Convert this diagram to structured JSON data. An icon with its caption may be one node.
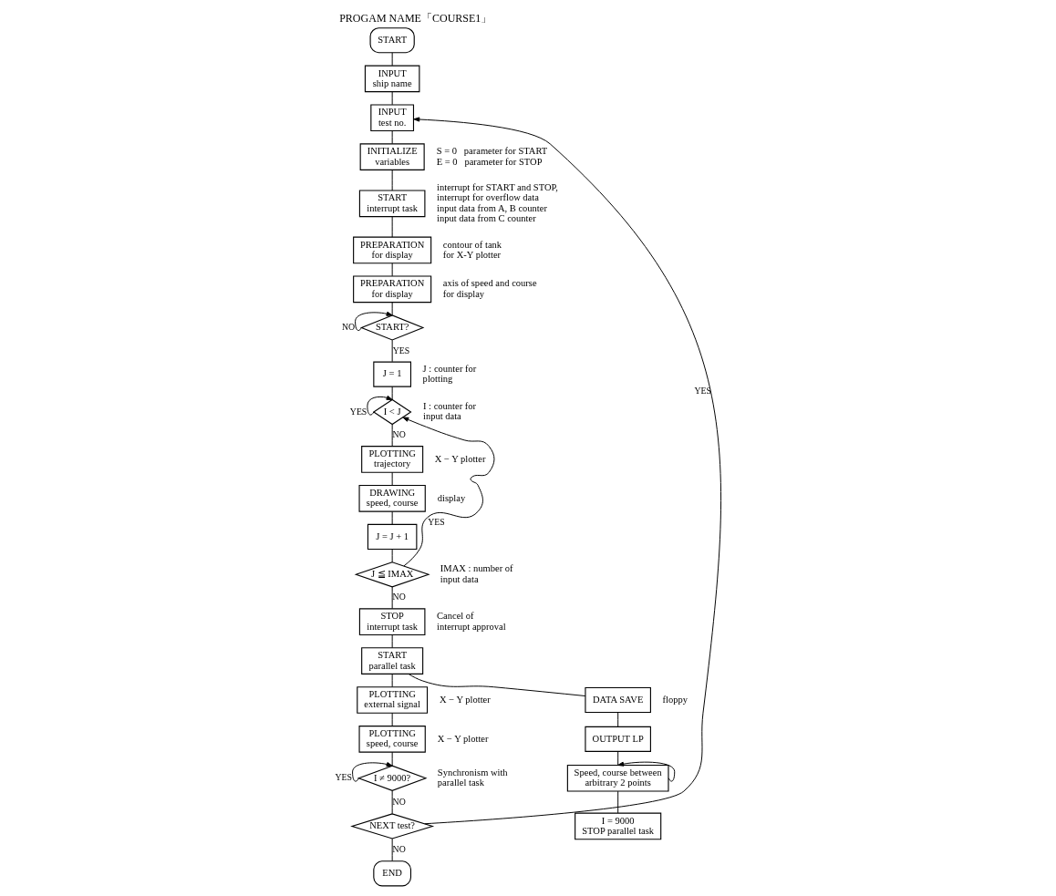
{
  "diagram": {
    "title": "PROGAM NAME「COURSE1」",
    "nodes": [
      {
        "text": [
          "START"
        ]
      },
      {
        "text": [
          "INPUT",
          "ship name"
        ]
      },
      {
        "text": [
          "INPUT",
          "test no."
        ]
      },
      {
        "text": [
          "INITIALIZE",
          "variables"
        ],
        "beside": [
          "S = 0   parameter for START",
          "E = 0   parameter for STOP"
        ]
      },
      {
        "text": [
          "START",
          "interrupt task"
        ],
        "beside": [
          "interrupt for START and STOP,",
          "interrupt for overflow data",
          "input data from A, B counter",
          "input data from C counter"
        ]
      },
      {
        "text": [
          "PREPARATION",
          "for display"
        ],
        "beside": [
          "contour of tank",
          "for X-Y plotter"
        ]
      },
      {
        "text": [
          "PREPARATION",
          "for display"
        ],
        "beside": [
          "axis of speed and course",
          "for display"
        ]
      },
      {
        "text": [
          "START?"
        ]
      },
      {
        "text": [
          "J = 1"
        ],
        "beside": [
          "J : counter for plotting"
        ]
      },
      {
        "text": [
          "I < J"
        ],
        "beside": [
          "I : counter for input data"
        ]
      },
      {
        "text": [
          "PLOTTING",
          "trajectory"
        ],
        "beside": [
          "X − Y plotter"
        ]
      },
      {
        "text": [
          "DRAWING",
          "speed, course"
        ],
        "beside": [
          "display"
        ]
      },
      {
        "text": [
          "J = J + 1"
        ]
      },
      {
        "text": [
          "J ≦ IMAX"
        ],
        "beside": [
          "IMAX : number of input data"
        ]
      },
      {
        "text": [
          "STOP",
          "interrupt task"
        ],
        "beside": [
          "Cancel of interrupt approval"
        ]
      },
      {
        "text": [
          "START",
          "parallel task"
        ]
      },
      {
        "text": [
          "DATA SAVE"
        ],
        "beside": [
          "floppy"
        ]
      },
      {
        "text": [
          "OUTPUT LP"
        ]
      },
      {
        "text": [
          "Speed, course between arbitrary 2 points"
        ]
      },
      {
        "text": [
          "I = 9000",
          "STOP parallel task"
        ]
      },
      {
        "text": [
          "PLOTTING",
          "external signal"
        ],
        "beside": [
          "X − Y plotter"
        ]
      },
      {
        "text": [
          "PLOTTING",
          "speed, course"
        ],
        "beside": [
          "X − Y plotter"
        ]
      },
      {
        "text": [
          "I ≠ 9000?"
        ],
        "beside": [
          "Synchronism with parallel task"
        ]
      },
      {
        "text": [
          "NEXT test?"
        ]
      },
      {
        "text": [
          "END"
        ]
      }
    ],
    "edges": [
      {
        "from": 0,
        "to": 1,
        "arrow": "none"
      },
      {
        "from": 1,
        "to": 2,
        "arrow": "none"
      },
      {
        "from": 2,
        "to": 3,
        "arrow": "none"
      },
      {
        "from": 3,
        "to": 4,
        "arrow": "none"
      },
      {
        "from": 4,
        "to": 5,
        "arrow": "none"
      },
      {
        "from": 5,
        "to": 6,
        "arrow": "none"
      },
      {
        "from": 6,
        "to": 7,
        "arrow": "none"
      },
      {
        "from": 7,
        "to": 7,
        "label": "NO",
        "arrow": "to"
      },
      {
        "from": 7,
        "to": 8,
        "label": "YES",
        "arrow": "none"
      },
      {
        "from": 8,
        "to": 9,
        "arrow": "none"
      },
      {
        "from": 9,
        "to": 9,
        "label": "YES",
        "arrow": "to"
      },
      {
        "from": 9,
        "to": 10,
        "label": "NO",
        "arrow": "none"
      },
      {
        "from": 10,
        "to": 11,
        "arrow": "none"
      },
      {
        "from": 11,
        "to": 12,
        "arrow": "none"
      },
      {
        "from": 12,
        "to": 13,
        "arrow": "none"
      },
      {
        "from": 13,
        "to": 9,
        "label": "YES",
        "arrow": "to"
      },
      {
        "from": 13,
        "to": 14,
        "label": "NO",
        "arrow": "none"
      },
      {
        "from": 14,
        "to": 15,
        "arrow": "none"
      },
      {
        "from": 15,
        "to": 16,
        "arrow": "none"
      },
      {
        "from": 16,
        "to": 17,
        "arrow": "none"
      },
      {
        "from": 17,
        "to": 18,
        "arrow": "none"
      },
      {
        "from": 18,
        "to": 18,
        "arrow": "to"
      },
      {
        "from": 18,
        "to": 19,
        "arrow": "none"
      },
      {
        "from": 15,
        "to": 20,
        "arrow": "none"
      },
      {
        "from": 20,
        "to": 21,
        "arrow": "none"
      },
      {
        "from": 21,
        "to": 22,
        "arrow": "none"
      },
      {
        "from": 22,
        "to": 22,
        "label": "YES",
        "arrow": "to"
      },
      {
        "from": 22,
        "to": 23,
        "label": "NO",
        "arrow": "none"
      },
      {
        "from": 23,
        "to": 2,
        "label": "YES",
        "arrow": "to"
      },
      {
        "from": 23,
        "to": 24,
        "label": "NO",
        "arrow": "none"
      }
    ]
  }
}
